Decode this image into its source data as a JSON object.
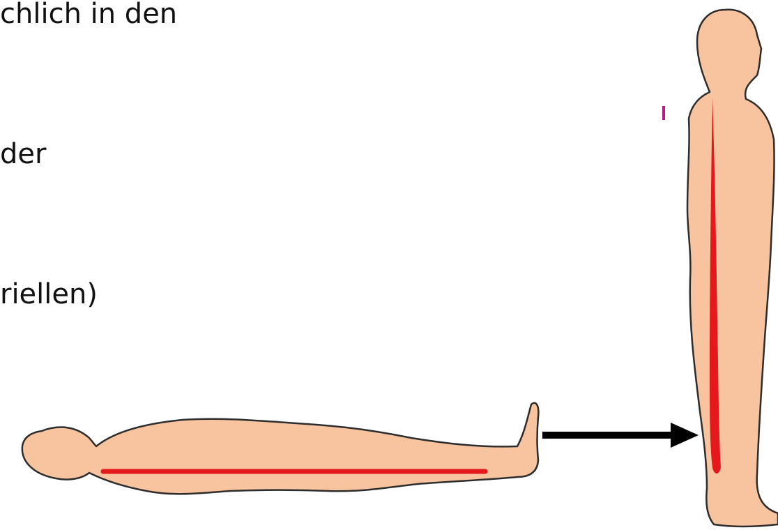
{
  "text_lines": [
    "chlich in den",
    "der",
    "riellen)"
  ],
  "colors": {
    "skin": "#f7c49f",
    "outline": "#2d2d2d",
    "blood_pooling": "#e3191c",
    "arrow": "#000000",
    "text": "#111111",
    "background": "#ffffff"
  },
  "icons": {
    "lying_figure": "person-lying-supine",
    "standing_figure": "person-standing-side-view",
    "arrow": "arrow-right"
  }
}
